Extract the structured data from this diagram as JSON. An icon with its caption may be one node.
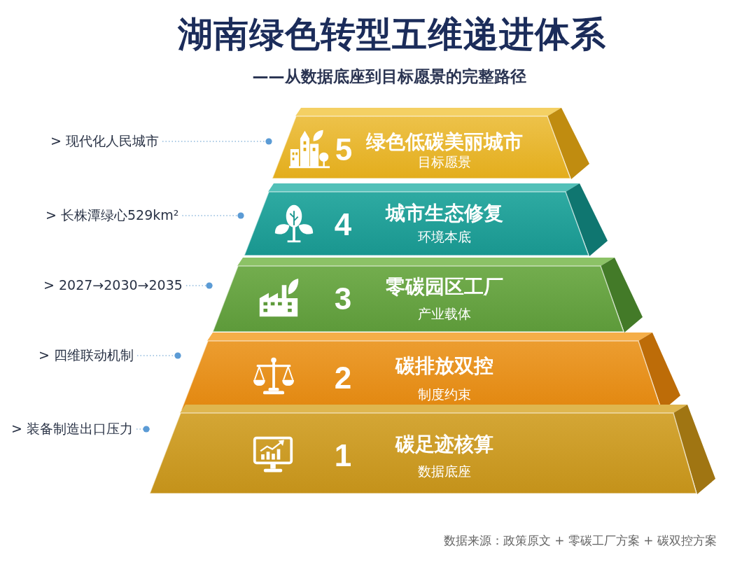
{
  "diagram": {
    "title": "湖南绿色转型五维递进体系",
    "nodes": [
      {
        "text": [
          "> 现代化人民城市"
        ]
      },
      {
        "text": [
          "5",
          "绿色低碳美丽城市",
          "目标愿景"
        ]
      },
      {
        "text": [
          "> 长株潭绿心529km²"
        ]
      },
      {
        "text": [
          "4",
          "城市生态修复",
          "环境本底"
        ]
      },
      {
        "text": [
          "> 2027→2030→2035"
        ]
      },
      {
        "text": [
          "3",
          "零碳园区工厂",
          "产业载体"
        ]
      },
      {
        "text": [
          "> 四维联动机制"
        ]
      },
      {
        "text": [
          "2",
          "碳排放双控",
          "制度约束"
        ]
      },
      {
        "text": [
          "> 装备制造出口压力"
        ]
      },
      {
        "text": [
          "1",
          "碳足迹核算",
          "数据底座"
        ]
      }
    ],
    "edges": [
      {
        "from": 0,
        "to": 1,
        "arrow": "other"
      },
      {
        "from": 2,
        "to": 3,
        "arrow": "other"
      },
      {
        "from": 4,
        "to": 5,
        "arrow": "other"
      },
      {
        "from": 6,
        "to": 7,
        "arrow": "other"
      },
      {
        "from": 8,
        "to": 9,
        "arrow": "other"
      }
    ],
    "labels": [
      "——从数据底座到目标愿景的完整路径",
      "数据来源：政策原文 + 零碳工厂方案 + 碳双控方案"
    ]
  }
}
